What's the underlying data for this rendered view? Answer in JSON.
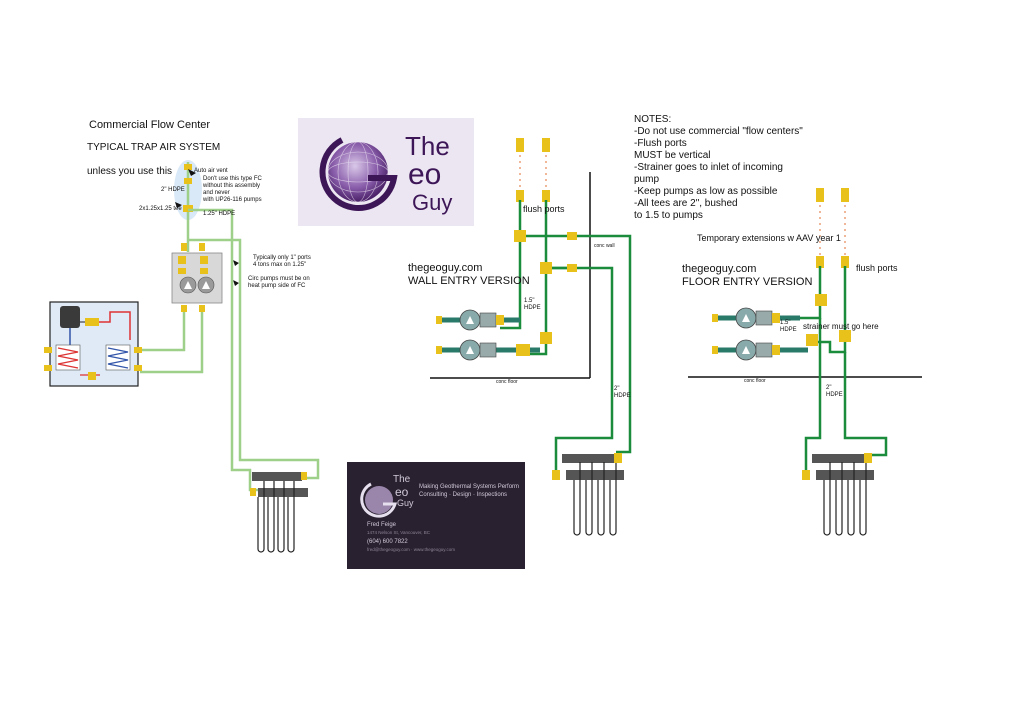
{
  "logo": {
    "the": "The",
    "geo_letter": "eo",
    "guy": "Guy"
  },
  "left": {
    "title": "Commercial Flow Center",
    "subtitle": "TYPICAL TRAP AIR SYSTEM",
    "unless": "unless you use this",
    "auto_air_vent": "Auto air vent",
    "dont_use_1": "Don't use this type FC",
    "dont_use_2": "without this assembly",
    "dont_use_3": "and never",
    "dont_use_4": "with UP26-116 pumps",
    "hdpe2": "2\" HDPE",
    "tee": "2x1.25x1.25 tee",
    "hdpe125": "1.25\" HDPE",
    "ports_1": "Typically only 1\" ports",
    "ports_2": "4 tons max on 1.25\"",
    "circ_1": "Circ pumps must be on",
    "circ_2": "heat pump side of FC"
  },
  "wall": {
    "site": "thegeoguy.com",
    "title": "WALL ENTRY VERSION",
    "flush": "flush ports",
    "conc_wall": "conc wall",
    "conc_floor": "conc floor",
    "hdpe15_a": "1.5\"",
    "hdpe15_b": "HDPE",
    "hdpe2_a": "2\"",
    "hdpe2_b": "HDPE"
  },
  "notes": [
    "NOTES:",
    "-Do not use commercial \"flow centers\"",
    "-Flush ports",
    "MUST be vertical",
    "-Strainer goes to inlet of incoming",
    "pump",
    "-Keep pumps as low as possible",
    "-All tees are 2\", bushed",
    "to 1.5 to pumps"
  ],
  "floor": {
    "temp": "Temporary extensions w AAV year 1",
    "site": "thegeoguy.com",
    "title": "FLOOR ENTRY VERSION",
    "flush": "flush ports",
    "strainer": "strainer must go here",
    "conc_floor": "conc floor",
    "hdpe15_a": "1.5\"",
    "hdpe15_b": "HDPE",
    "hdpe2_a": "2\"",
    "hdpe2_b": "HDPE"
  },
  "card": {
    "the": "The",
    "eo": "eo",
    "guy": "Guy",
    "tagline": "Making Geothermal Systems Perform",
    "services": "Consulting · Design · Inspections",
    "name": "Fred Feige",
    "address": "1474 Nelson St, Vancouver, BC",
    "phone": "(604) 600 7822",
    "contact": "fred@thegeoguy.com · www.thegeoguy.com"
  },
  "colors": {
    "pipe": "#1a8c3c",
    "pipe_light": "#9fd08a",
    "purple": "#5b2a80",
    "fitting": "#e8c21a"
  }
}
